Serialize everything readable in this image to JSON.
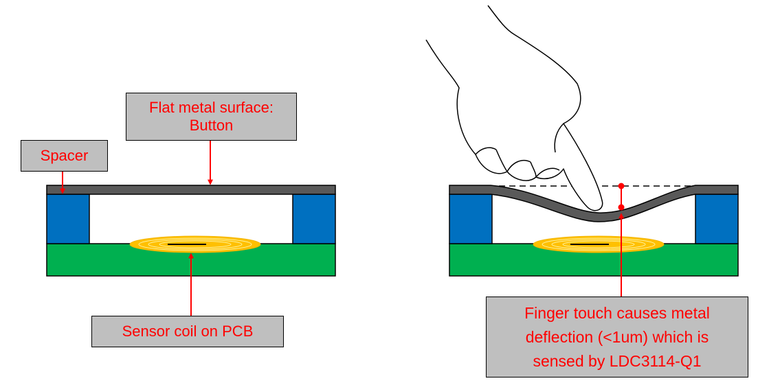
{
  "labels": {
    "spacer": "Spacer",
    "surface_line1": "Flat metal surface:",
    "surface_line2": "Button",
    "coil": "Sensor coil on PCB",
    "touch_line1": "Finger touch causes metal",
    "touch_line2": "deflection (<1um) which is",
    "touch_line3": "sensed by LDC3114-Q1"
  },
  "colors": {
    "pcb": "#00b050",
    "spacer": "#0070c0",
    "metal": "#595959",
    "coil": "#ffc000",
    "annotation": "#ff0000",
    "label_fill": "#bfbfbf"
  },
  "icons": [
    "hand-pointing-icon"
  ]
}
